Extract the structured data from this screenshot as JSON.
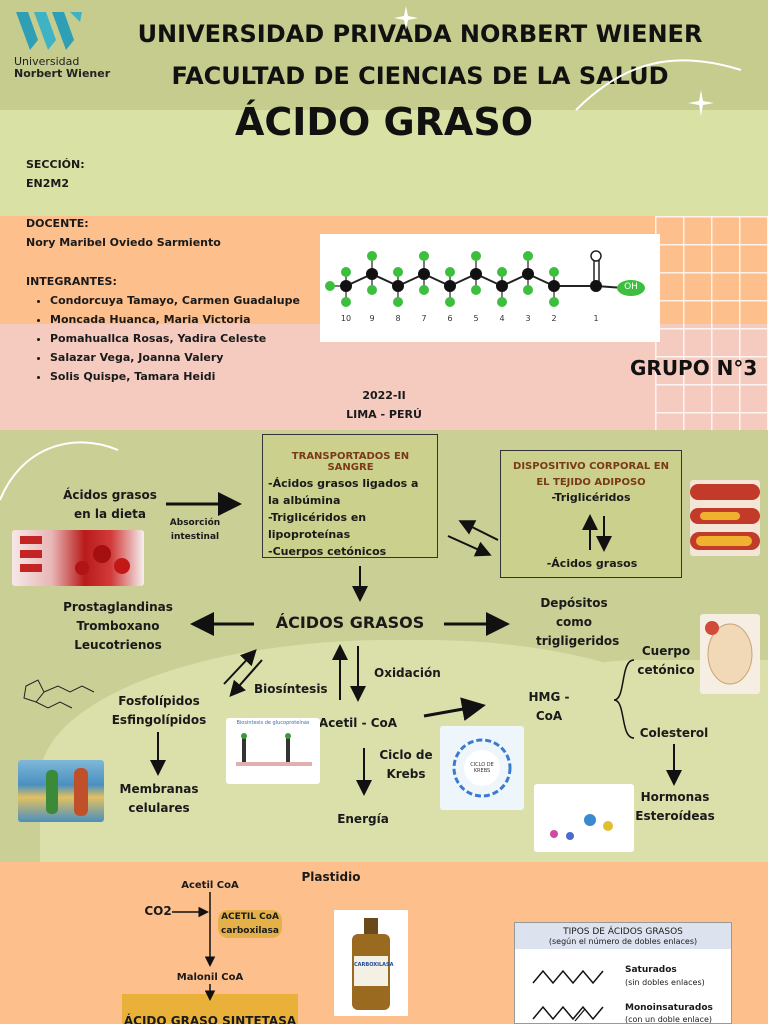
{
  "header": {
    "logo_line1": "Universidad",
    "logo_line2": "Norbert Wiener",
    "university": "UNIVERSIDAD PRIVADA NORBERT WIENER",
    "faculty": "FACULTAD DE CIENCIAS DE LA SALUD",
    "topic": "ÁCIDO GRASO"
  },
  "info": {
    "section_label": "SECCIÓN:",
    "section_value": "EN2M2",
    "teacher_label": "DOCENTE:",
    "teacher_name": "Nory Maribel Oviedo Sarmiento",
    "members_label": "INTEGRANTES:",
    "members": [
      "Condorcuya Tamayo, Carmen Guadalupe",
      "Moncada Huanca, Maria Victoria",
      "Pomahuallca Rosas, Yadira Celeste",
      "Salazar Vega, Joanna Valery",
      "Solis Quispe, Tamara Heidi"
    ],
    "group": "GRUPO N°3",
    "period": "2022-II",
    "place": "LIMA - PERÚ"
  },
  "molecule": {
    "carbon_numbers": [
      "10",
      "9",
      "8",
      "7",
      "6",
      "5",
      "4",
      "3",
      "2",
      "1"
    ],
    "oh_label": "OH"
  },
  "map": {
    "diet": "Ácidos grasos en la dieta",
    "absorption": "Absorción intestinal",
    "transport_title": "TRANSPORTADOS EN SANGRE",
    "transport_items": [
      "-Ácidos grasos ligados a la albúmina",
      "-Triglicéridos en lipoproteínas",
      "-Cuerpos cetónicos"
    ],
    "adipose_title": "DISPOSITIVO CORPORAL EN EL TEJIDO ADIPOSO",
    "adipose_top": "-Triglicéridos",
    "adipose_bottom": "-Ácidos grasos",
    "prostaglandins": [
      "Prostaglandinas",
      "Tromboxano",
      "Leucotrienos"
    ],
    "center": "ÁCIDOS GRASOS",
    "deposits": "Depósitos como trigligeridos",
    "ketone": "Cuerpo cetónico",
    "phospholipids": [
      "Fosfolípidos",
      "Esfingolípidos"
    ],
    "biosynthesis": "Biosíntesis",
    "oxidation": "Oxidación",
    "acetyl": "Acetil - CoA",
    "hmg": "HMG - CoA",
    "cholesterol": "Colesterol",
    "krebs": "Ciclo de Krebs",
    "energy": "Energía",
    "membranes": "Membranas celulares",
    "hormones": "Hormonas Esteroídeas",
    "glyco_caption": "Biosíntesis de glucoproteínas",
    "krebs_caption": "CICLO DE KREBS"
  },
  "bottom": {
    "plastid": "Plastidio",
    "acetyl": "Acetil CoA",
    "co2": "CO2",
    "enzyme": "ACETIL CoA carboxilasa",
    "malonyl": "Malonil CoA",
    "synthase": "ÁCIDO GRASO SINTETASA",
    "bottle_label": "CARBOXILASA",
    "types_title": "TIPOS DE ÁCIDOS GRASOS",
    "types_subtitle": "(según el número de dobles enlaces)",
    "sat": "Saturados",
    "sat_desc": "(sin dobles enlaces)",
    "mono": "Monoinsaturados",
    "mono_desc": "(con un doble enlace)"
  },
  "colors": {
    "green_band": "#c6cc8e",
    "lime_band": "#d9e2a4",
    "orange_band": "#fdbf8c",
    "pink_band": "#f5cbc0",
    "atom_green": "#3cbf3c"
  }
}
